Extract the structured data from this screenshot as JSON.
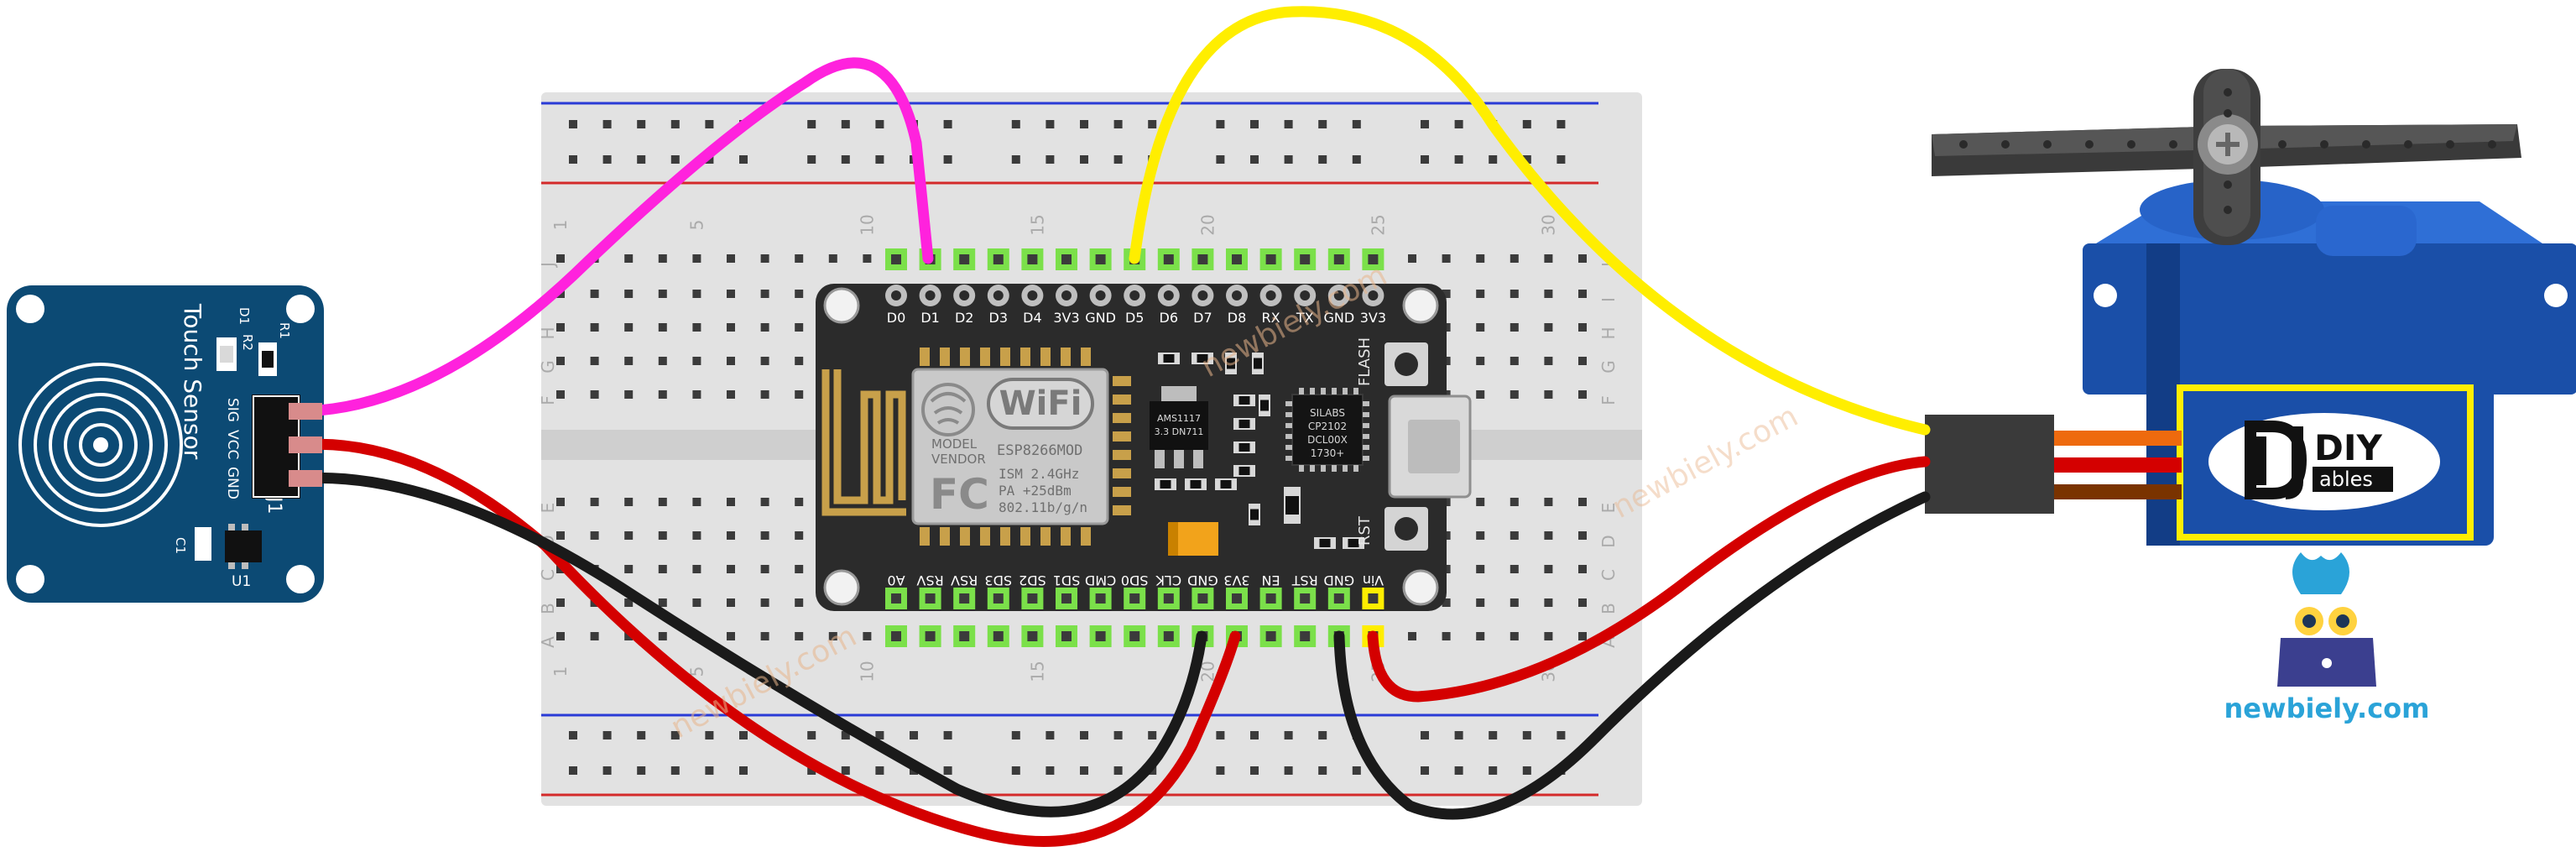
{
  "touch_sensor": {
    "title": "Touch Sensor",
    "pins": [
      "SIG",
      "VCC",
      "GND"
    ],
    "labels": {
      "j1": "J1",
      "u1": "U1",
      "r1": "R1",
      "r2": "R2",
      "d1": "D1",
      "c1": "C1"
    }
  },
  "breadboard": {
    "rows_top": [
      "J",
      "I",
      "H",
      "G",
      "F"
    ],
    "rows_bottom": [
      "E",
      "D",
      "C",
      "B",
      "A"
    ],
    "column_numbers": [
      "1",
      "5",
      "10",
      "15",
      "20",
      "25",
      "30"
    ]
  },
  "nodemcu": {
    "top_pins": [
      "D0",
      "D1",
      "D2",
      "D3",
      "D4",
      "3V3",
      "GND",
      "D5",
      "D6",
      "D7",
      "D8",
      "RX",
      "TX",
      "GND",
      "3V3"
    ],
    "bottom_pins": [
      "A0",
      "RSV",
      "RSV",
      "SD3",
      "SD2",
      "SD1",
      "CMD",
      "SD0",
      "CLK",
      "GND",
      "3V3",
      "EN",
      "RST",
      "GND",
      "Vin"
    ],
    "module": {
      "wifi_logo": "WiFi",
      "model_label": "MODEL",
      "vendor_label": "VENDOR",
      "model": "ESP8266MOD",
      "fc": "FC",
      "spec_lines": [
        "ISM 2.4GHz",
        "PA +25dBm",
        "802.11b/g/n"
      ]
    },
    "regulator": [
      "AMS1117",
      "3.3  DN711"
    ],
    "usb_chip": [
      "SILABS",
      "CP2102",
      "DCL00X",
      "1730+"
    ],
    "buttons": {
      "flash": "FLASH",
      "rst": "RST"
    }
  },
  "servo": {
    "brand_line1": "DIY",
    "brand_line2": "ables"
  },
  "watermarks": [
    "newbiely.com",
    "newbiely.com",
    "newbiely.com"
  ],
  "logo": {
    "text": "newbiely.com"
  },
  "colors": {
    "pink_wire": "#ff22dd",
    "yellow_wire": "#ffee00",
    "red_wire": "#d40000",
    "black_wire": "#1a1a1a",
    "sensor_board": "#0c4a74",
    "nodemcu_board": "#2b2b2b",
    "servo_body": "#1a4fa8",
    "servo_label": "#ffee00",
    "pin_green": "#7be04a",
    "logo_blue": "#2aa3d8"
  }
}
